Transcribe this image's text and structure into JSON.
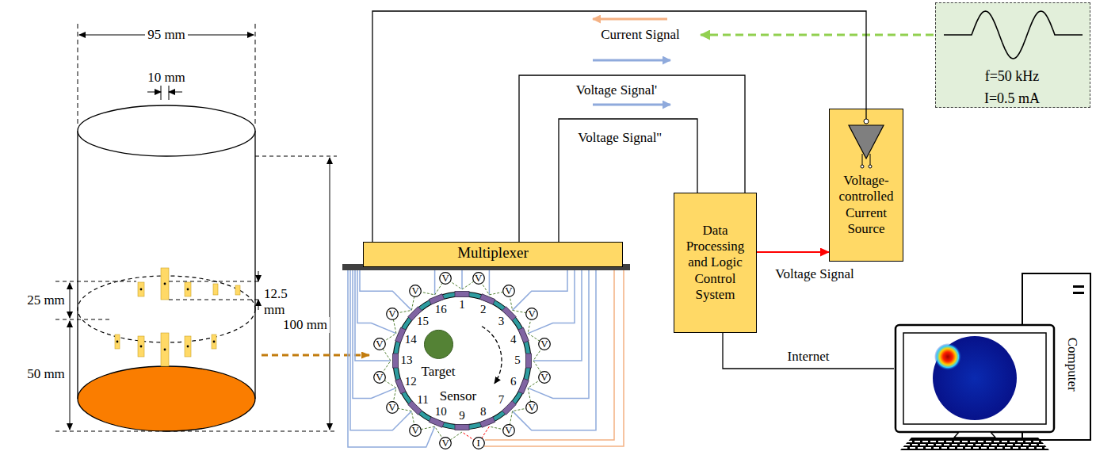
{
  "diagram": {
    "nodes": [
      {
        "text": [
          "Multiplexer"
        ]
      },
      {
        "text": [
          "Data Processing and Logic Control System"
        ]
      },
      {
        "text": [
          "Voltage-controlled Current Source"
        ]
      },
      {
        "text": [
          "f=50 kHz",
          "I=0.5 mA"
        ]
      },
      {
        "text": [
          "Computer"
        ]
      },
      {
        "text": [
          "V"
        ]
      },
      {
        "text": [
          "V"
        ]
      },
      {
        "text": [
          "V"
        ]
      },
      {
        "text": [
          "V"
        ]
      },
      {
        "text": [
          "V"
        ]
      },
      {
        "text": [
          "V"
        ]
      },
      {
        "text": [
          "V"
        ]
      },
      {
        "text": [
          "V"
        ]
      },
      {
        "text": [
          "V"
        ]
      },
      {
        "text": [
          "V"
        ]
      },
      {
        "text": [
          "V"
        ]
      },
      {
        "text": [
          "V"
        ]
      },
      {
        "text": [
          "V"
        ]
      },
      {
        "text": [
          "V"
        ]
      },
      {
        "text": [
          "V"
        ]
      },
      {
        "text": [
          "I"
        ]
      }
    ],
    "edges": [
      {
        "from": 2,
        "to": 0,
        "arrow": "none",
        "label": "Current Signal"
      },
      {
        "from": 0,
        "to": 1,
        "arrow": "none",
        "label": "Voltage Signal'"
      },
      {
        "from": 0,
        "to": 1,
        "arrow": "none",
        "label": "Voltage Signal''"
      },
      {
        "from": 1,
        "to": 2,
        "arrow": "to",
        "label": "Voltage Signal"
      },
      {
        "from": 1,
        "to": 4,
        "arrow": "none",
        "label": "Internet"
      }
    ],
    "labels": [
      "95 mm",
      "10 mm",
      "12.5 mm",
      "25 mm",
      "100 mm",
      "50 mm",
      "Target",
      "Sensor",
      "1",
      "2",
      "3",
      "4",
      "5",
      "6",
      "7",
      "8",
      "9",
      "10",
      "11",
      "12",
      "13",
      "14",
      "15",
      "16"
    ]
  }
}
